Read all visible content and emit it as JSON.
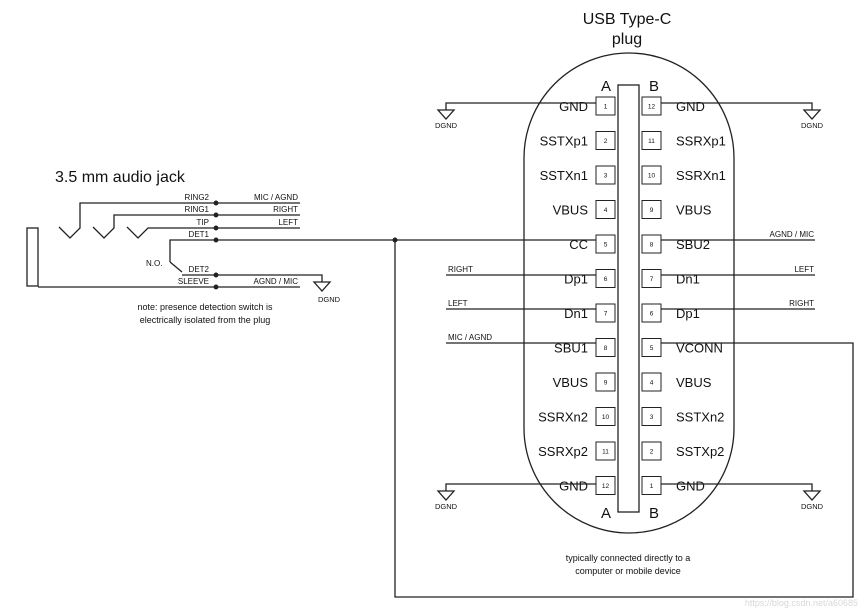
{
  "plug": {
    "title_line1": "USB Type-C",
    "title_line2": "plug",
    "side_a": "A",
    "side_b": "B",
    "left_pins": [
      {
        "name": "GND",
        "num": "1"
      },
      {
        "name": "SSTXp1",
        "num": "2"
      },
      {
        "name": "SSTXn1",
        "num": "3"
      },
      {
        "name": "VBUS",
        "num": "4"
      },
      {
        "name": "CC",
        "num": "5"
      },
      {
        "name": "Dp1",
        "num": "6"
      },
      {
        "name": "Dn1",
        "num": "7"
      },
      {
        "name": "SBU1",
        "num": "8"
      },
      {
        "name": "VBUS",
        "num": "9"
      },
      {
        "name": "SSRXn2",
        "num": "10"
      },
      {
        "name": "SSRXp2",
        "num": "11"
      },
      {
        "name": "GND",
        "num": "12"
      }
    ],
    "right_pins": [
      {
        "name": "GND",
        "num": "12"
      },
      {
        "name": "SSRXp1",
        "num": "11"
      },
      {
        "name": "SSRXn1",
        "num": "10"
      },
      {
        "name": "VBUS",
        "num": "9"
      },
      {
        "name": "SBU2",
        "num": "8"
      },
      {
        "name": "Dn1",
        "num": "7"
      },
      {
        "name": "Dp1",
        "num": "6"
      },
      {
        "name": "VCONN",
        "num": "5"
      },
      {
        "name": "VBUS",
        "num": "4"
      },
      {
        "name": "SSTXn2",
        "num": "3"
      },
      {
        "name": "SSTXp2",
        "num": "2"
      },
      {
        "name": "GND",
        "num": "1"
      }
    ],
    "footer_line1": "typically connected directly to a",
    "footer_line2": "computer or mobile device"
  },
  "jack": {
    "title": "3.5 mm audio jack",
    "contacts": [
      "RING2",
      "RING1",
      "TIP",
      "DET1",
      "DET2",
      "SLEEVE"
    ],
    "contact_signals": {
      "ring2": "MIC / AGND",
      "ring1": "RIGHT",
      "tip": "LEFT",
      "sleeve": "AGND / MIC"
    },
    "switch_label": "N.O.",
    "note_line1": "note:  presence detection switch is",
    "note_line2": "electrically isolated from the plug"
  },
  "signals": {
    "cc_right": "AGND / MIC",
    "dp1_left": "RIGHT",
    "dn1_right": "LEFT",
    "dn1_left": "LEFT",
    "dp1_right": "RIGHT",
    "sbu1_left": "MIC / AGND"
  },
  "ground_label": "DGND",
  "watermark": "https://blog.csdn.net/a60685"
}
